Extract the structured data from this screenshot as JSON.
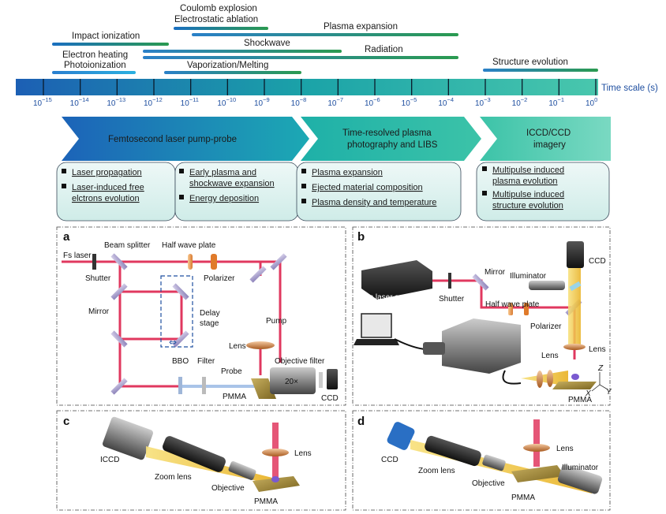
{
  "timeline": {
    "axis_label": "Time scale (s)",
    "ticks": [
      {
        "base": "10",
        "exp": "−15"
      },
      {
        "base": "10",
        "exp": "−14"
      },
      {
        "base": "10",
        "exp": "−13"
      },
      {
        "base": "10",
        "exp": "−12"
      },
      {
        "base": "10",
        "exp": "−11"
      },
      {
        "base": "10",
        "exp": "−10"
      },
      {
        "base": "10",
        "exp": "−9"
      },
      {
        "base": "10",
        "exp": "−8"
      },
      {
        "base": "10",
        "exp": "−7"
      },
      {
        "base": "10",
        "exp": "−6"
      },
      {
        "base": "10",
        "exp": "−5"
      },
      {
        "base": "10",
        "exp": "−4"
      },
      {
        "base": "10",
        "exp": "−3"
      },
      {
        "base": "10",
        "exp": "−2"
      },
      {
        "base": "10",
        "exp": "−1"
      },
      {
        "base": "10",
        "exp": "0"
      }
    ],
    "phases": [
      {
        "label": "Coulomb explosion",
        "color": "#1a6fc0"
      },
      {
        "label": "Electrostatic ablation",
        "color": "#1a8fa0"
      },
      {
        "label": "Plasma expansion",
        "color": "#2a9a50"
      },
      {
        "label": "Impact ionization",
        "color": "#30a050"
      },
      {
        "label": "Shockwave",
        "color": "#2a9a50"
      },
      {
        "label": "Electron heating",
        "color": "#2aa0d8"
      },
      {
        "label": "Photoionization",
        "color": "#2aa0d8"
      },
      {
        "label": "Radiation",
        "color": "#2a9a50"
      },
      {
        "label": "Vaporization/Melting",
        "color": "#2a9a50"
      },
      {
        "label": "Structure evolution",
        "color": "#2a9a50"
      }
    ]
  },
  "techniques": [
    {
      "title": "Femtosecond laser pump-probe"
    },
    {
      "title_line1": "Time-resolved plasma",
      "title_line2": "photography and LIBS"
    },
    {
      "title_line1": "ICCD/CCD",
      "title_line2": "imagery"
    }
  ],
  "boxes": [
    {
      "items": [
        "Laser propagation",
        "Laser-induced free",
        "elctrons evolution"
      ]
    },
    {
      "items": [
        "Early plasma and",
        "shockwave expansion",
        "Energy deposition"
      ]
    },
    {
      "items": [
        "Plasma expansion",
        "Ejected material composition",
        "Plasma density and temperature"
      ]
    },
    {
      "items": [
        "Multipulse induced",
        "plasma evolution",
        "Multipulse induced",
        "structure evolution"
      ]
    }
  ],
  "panel_a": {
    "letter": "a",
    "labels": {
      "fs_laser": "Fs laser",
      "beam_splitter": "Beam splitter",
      "half_wave_plate": "Half wave plate",
      "shutter": "Shutter",
      "polarizer": "Polarizer",
      "mirror": "Mirror",
      "delay_line1": "Delay",
      "delay_line2": "stage",
      "pump": "Pump",
      "lens": "Lens",
      "bbo": "BBO",
      "filter": "Filter",
      "objective_filter": "Objective filter",
      "probe": "Probe",
      "objective_mag": "20×",
      "pmma": "PMMA",
      "ccd": "CCD"
    }
  },
  "panel_b": {
    "letter": "b",
    "labels": {
      "fs_laser_system": "Fs laser system",
      "mirror": "Mirror",
      "illuminator": "Illuminator",
      "ccd": "CCD",
      "shutter": "Shutter",
      "half_wave_plate": "Half wave plate",
      "polarizer": "Polarizer",
      "lens_top": "Lens",
      "lens_bottom": "Lens",
      "pmma": "PMMA",
      "axis_z": "Z",
      "axis_x": "X",
      "axis_y": "Y"
    }
  },
  "panel_c": {
    "letter": "c",
    "labels": {
      "iccd": "ICCD",
      "zoom_lens": "Zoom lens",
      "objective": "Objective",
      "lens": "Lens",
      "pmma": "PMMA"
    }
  },
  "panel_d": {
    "letter": "d",
    "labels": {
      "ccd": "CCD",
      "zoom_lens": "Zoom lens",
      "objective": "Objective",
      "lens": "Lens",
      "illuminator": "Illuminator",
      "pmma": "PMMA"
    }
  },
  "colors": {
    "laser": "#e0385f",
    "probe": "#a9c4e8",
    "illum": "#f2c230",
    "timeline_start": "#1c63b8",
    "timeline_end": "#3cc0a8"
  }
}
